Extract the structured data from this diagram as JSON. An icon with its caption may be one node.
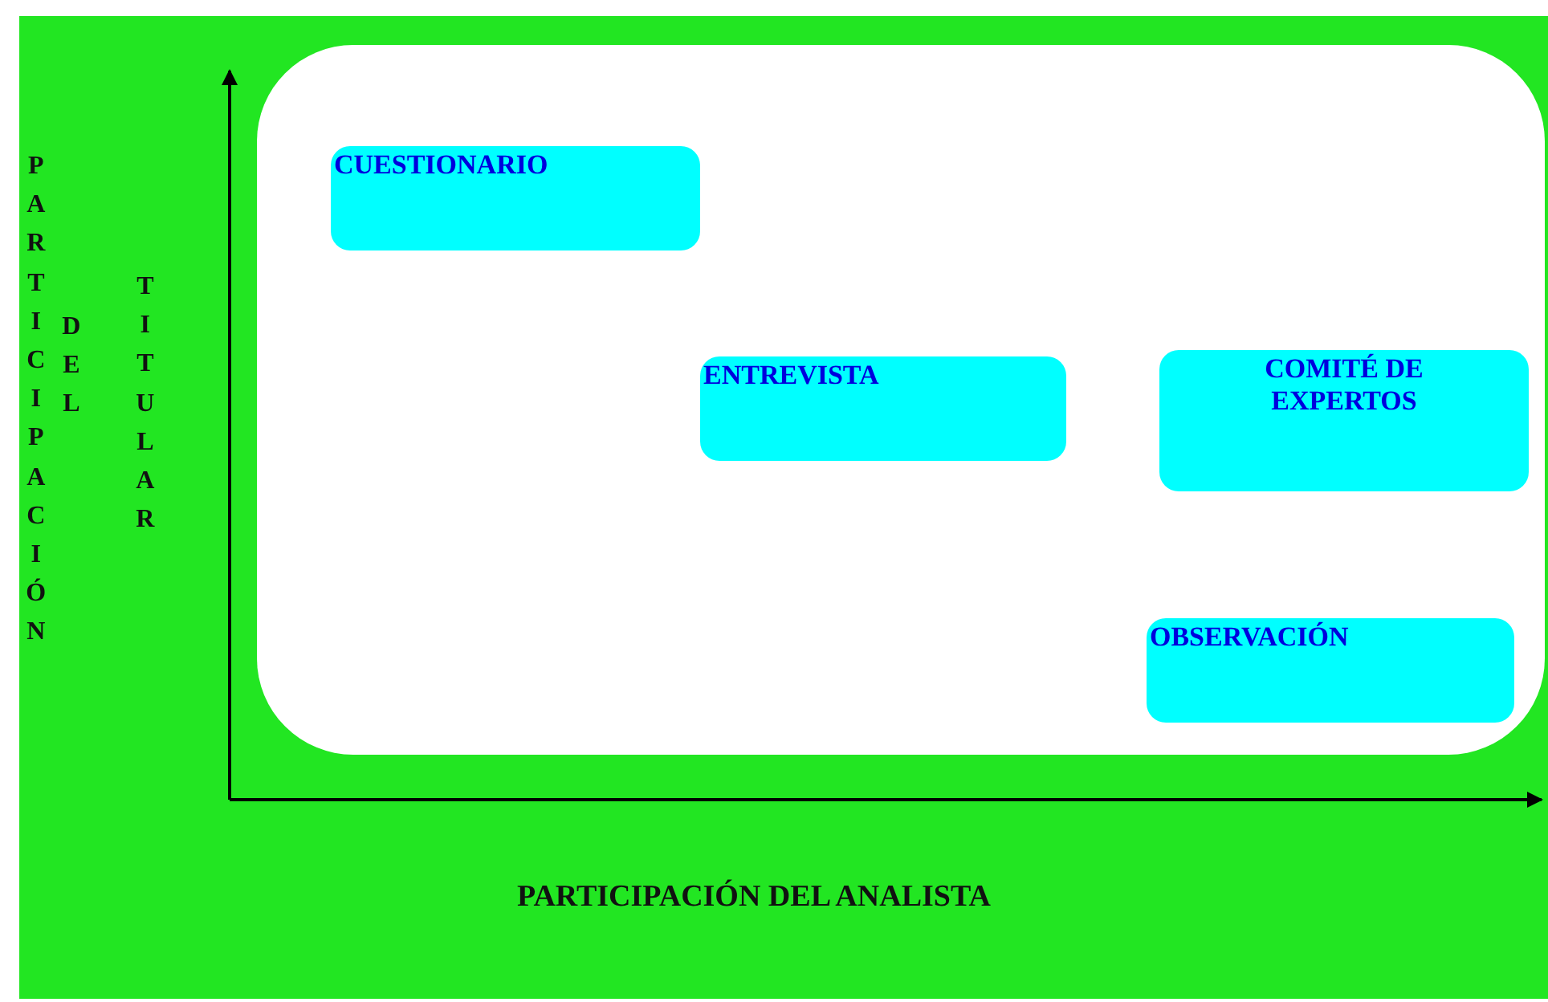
{
  "diagram": {
    "nodes": [
      {
        "text": [
          "CUESTIONARIO"
        ]
      },
      {
        "text": [
          "ENTREVISTA"
        ]
      },
      {
        "text": [
          "COMITÉ DE EXPERTOS"
        ]
      },
      {
        "text": [
          "OBSERVACIÓN"
        ]
      }
    ],
    "labels": [
      "PARTICIPACIÓN",
      "DEL",
      "TITULAR",
      "PARTICIPACIÓN DEL ANALISTA"
    ]
  }
}
